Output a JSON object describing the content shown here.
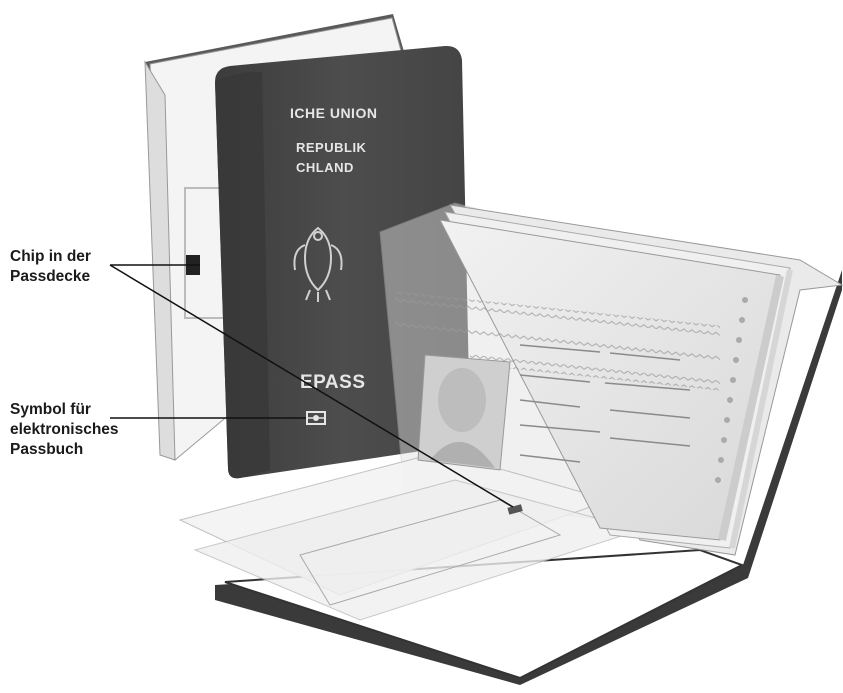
{
  "passport_cover": {
    "line1": "ICHE UNION",
    "line2": "REPUBLIK",
    "line3": "CHLAND",
    "title": "EPASS"
  },
  "callouts": {
    "chip": [
      "Chip in der",
      "Passdecke"
    ],
    "symbol": [
      "Symbol für",
      "elektronisches",
      "Passbuch"
    ]
  },
  "colors": {
    "cover": "#4a4a4a",
    "pages": "#e4e4e4",
    "ink": "#1a1a1a"
  }
}
